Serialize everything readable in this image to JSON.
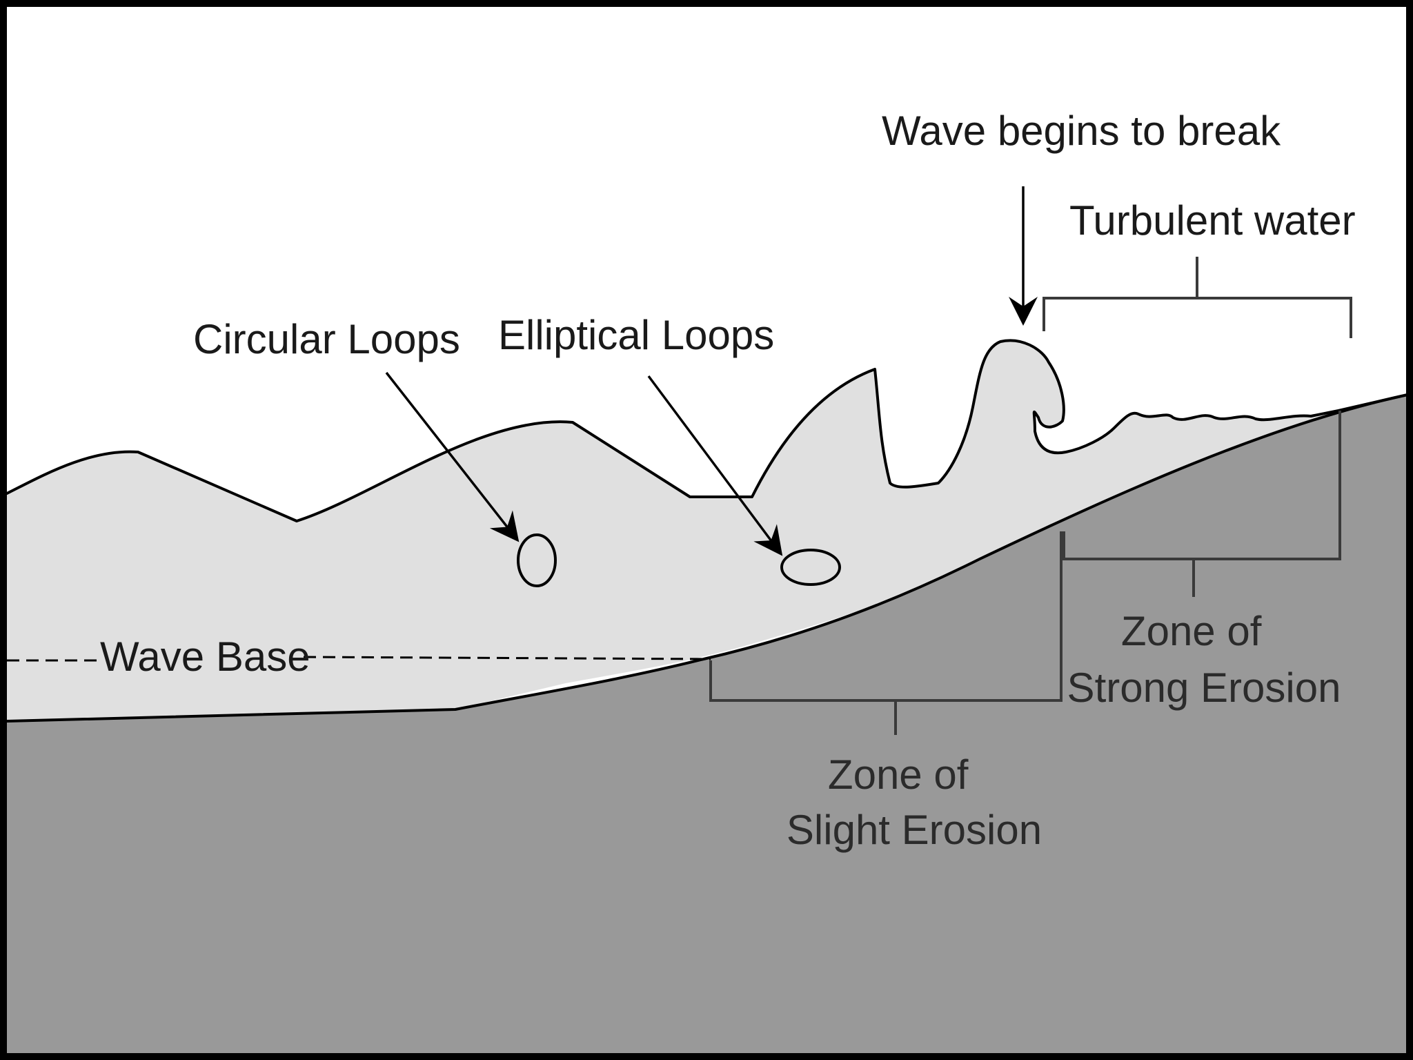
{
  "labels": {
    "wave_breaks": "Wave begins to break",
    "turbulent": "Turbulent water",
    "circular_loops": "Circular Loops",
    "elliptical_loops": "Elliptical Loops",
    "wave_base": "Wave Base",
    "strong_erosion": [
      "Zone of",
      "Strong Erosion"
    ],
    "slight_erosion": [
      "Zone of",
      "Slight Erosion"
    ]
  },
  "colors": {
    "water": "#e0e0e0",
    "seafloor": "#999999",
    "outline": "#000000",
    "background": "#ffffff"
  }
}
